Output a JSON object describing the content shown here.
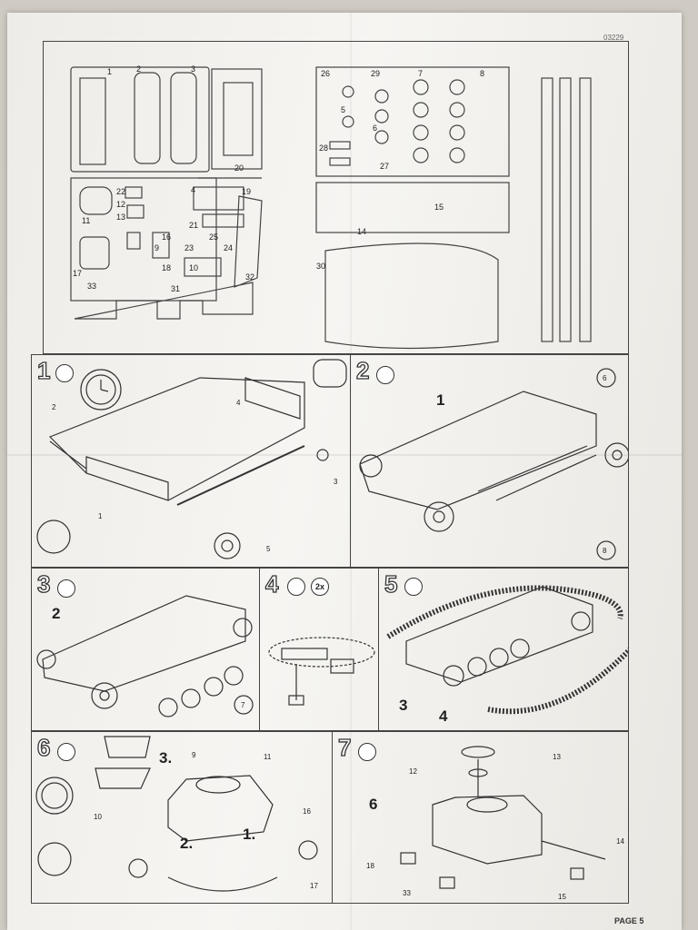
{
  "header": {
    "code": "03229"
  },
  "footer": {
    "page_label": "PAGE 5"
  },
  "sprue_labels": [
    "1",
    "2",
    "3",
    "20",
    "22",
    "12",
    "13",
    "11",
    "4",
    "19",
    "21",
    "9",
    "16",
    "25",
    "24",
    "23",
    "18",
    "10",
    "17",
    "33",
    "31",
    "32",
    "26",
    "29",
    "7",
    "8",
    "5",
    "6",
    "28",
    "27",
    "14",
    "15",
    "30"
  ],
  "steps": [
    {
      "number": "1",
      "large_labels": [],
      "callouts": [
        "2",
        "4",
        "1",
        "3",
        "5"
      ]
    },
    {
      "number": "2",
      "large_labels": [
        "1"
      ],
      "callouts": [
        "6",
        "8"
      ]
    },
    {
      "number": "3",
      "large_labels": [
        "2"
      ],
      "callouts": [
        "7"
      ]
    },
    {
      "number": "4",
      "large_labels": [],
      "badge": "2x",
      "callouts": []
    },
    {
      "number": "5",
      "large_labels": [
        "3",
        "4"
      ],
      "callouts": []
    },
    {
      "number": "6",
      "large_labels": [],
      "sub_steps": [
        "3.",
        "2.",
        "1."
      ],
      "callouts": [
        "9",
        "11",
        "10",
        "16",
        "17"
      ]
    },
    {
      "number": "7",
      "large_labels": [
        "6"
      ],
      "callouts": [
        "13",
        "12",
        "14",
        "18",
        "33",
        "15"
      ]
    }
  ]
}
